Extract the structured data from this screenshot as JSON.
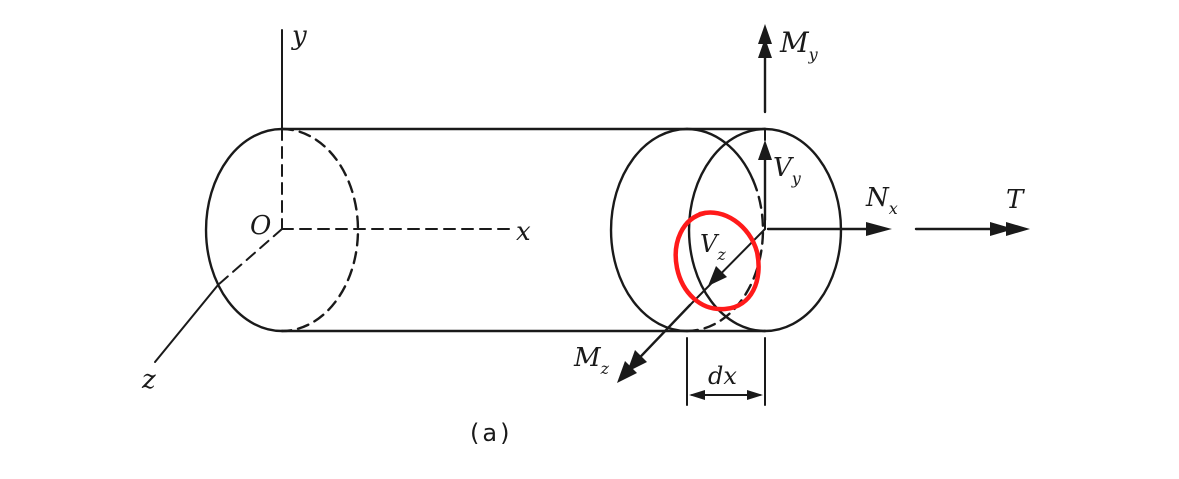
{
  "labels": {
    "y": "y",
    "x": "x",
    "z": "z",
    "origin": "O",
    "My_main": "M",
    "My_sub": "y",
    "Vy_main": "V",
    "Vy_sub": "y",
    "Nx_main": "N",
    "Nx_sub": "x",
    "T": "T",
    "Vz_main": "V",
    "Vz_sub": "z",
    "Mz_main": "M",
    "Mz_sub": "z",
    "dx": "dx",
    "caption": "(a)"
  },
  "colors": {
    "ink": "#1a1a1a",
    "highlight": "#ff1a1a"
  }
}
